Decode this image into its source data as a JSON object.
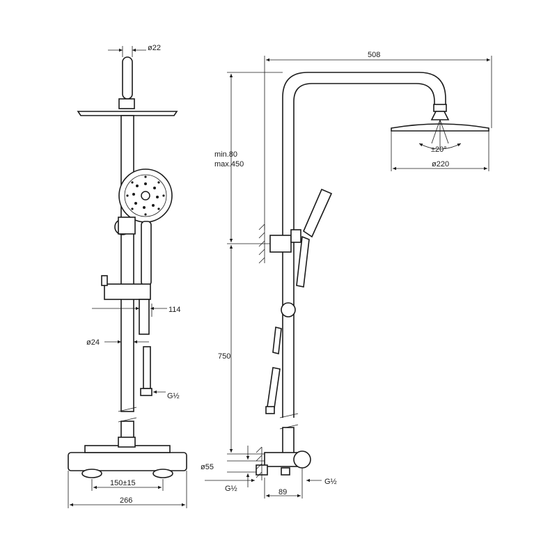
{
  "diagram": {
    "front_view": {
      "d_rail_top": "ø22",
      "hand_shower_height": "114",
      "d_rail": "ø24",
      "thread_hose": "G½",
      "wall_spacing": "150±15",
      "overall_width": "266"
    },
    "side_view": {
      "arm_reach": "508",
      "height_adjust_min": "min.80",
      "height_adjust_max": "max.450",
      "tilt": "±20°",
      "head_diameter": "ø220",
      "bar_height": "750",
      "d_wall_flange": "ø55",
      "thread_inlet": "G½",
      "projection": "89",
      "thread_outlet": "G½"
    }
  }
}
